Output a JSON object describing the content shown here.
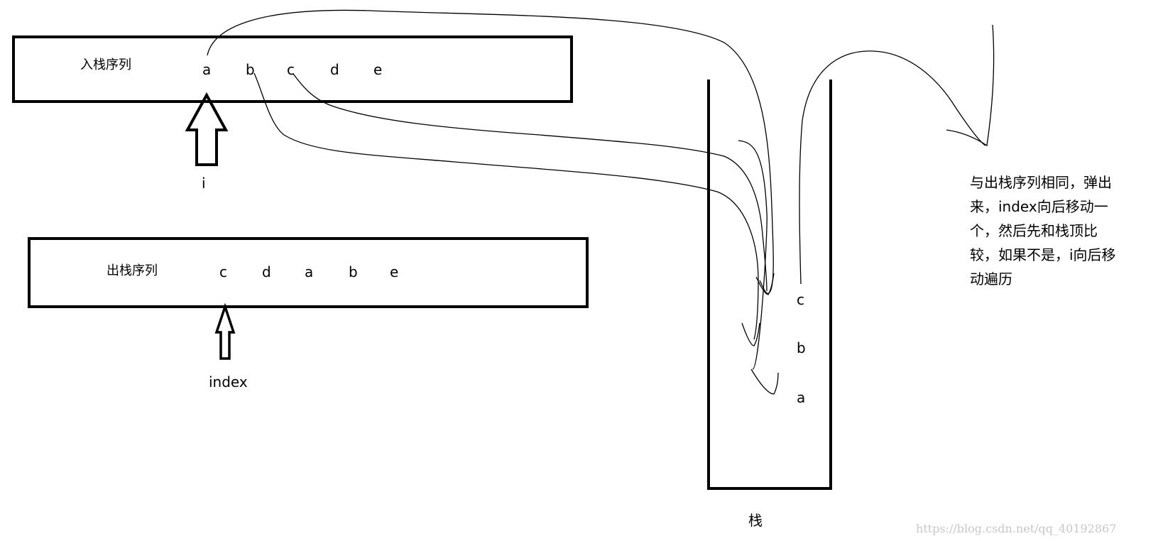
{
  "push_sequence": {
    "title": "入栈序列",
    "items": [
      "a",
      "b",
      "c",
      "d",
      "e"
    ],
    "pointer_label": "i"
  },
  "pop_sequence": {
    "title": "出栈序列",
    "items": [
      "c",
      "d",
      "a",
      "b",
      "e"
    ],
    "pointer_label": "index"
  },
  "stack": {
    "label": "栈",
    "contents_top_to_bottom": [
      "c",
      "b",
      "a"
    ]
  },
  "note": "与出栈序列相同，弹出来，index向后移动一个，然后先和栈顶比较，如果不是，i向后移动遍历",
  "watermark": "https://blog.csdn.net/qq_40192867"
}
